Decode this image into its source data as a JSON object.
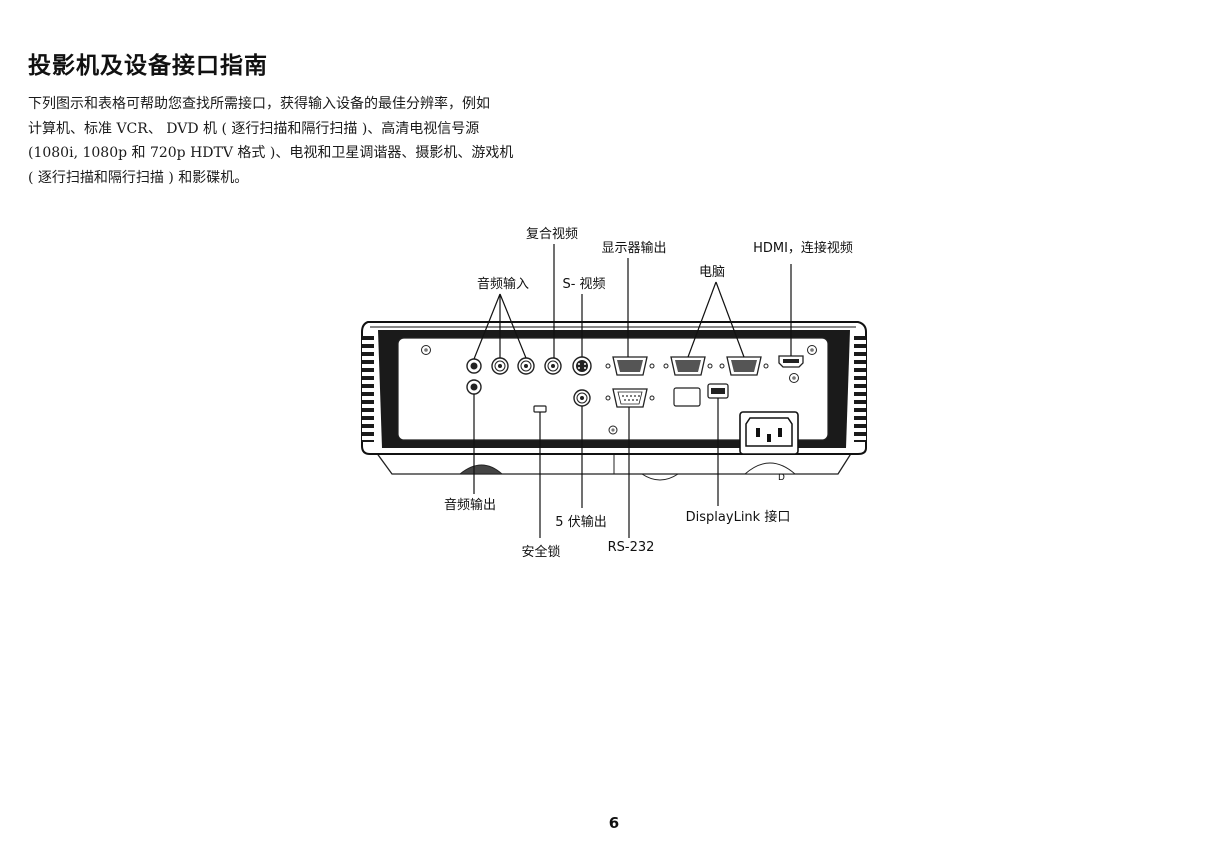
{
  "title": "投影机及设备接口指南",
  "intro_lines": [
    "下列图示和表格可帮助您查找所需接口，获得输入设备的最佳分辨率，例如",
    "计算机、标准 VCR、 DVD 机 ( 逐行扫描和隔行扫描 )、高清电视信号源",
    "(1080i, 1080p 和 720p HDTV 格式 )、电视和卫星调谐器、摄影机、游戏机",
    "( 逐行扫描和隔行扫描 ) 和影碟机。"
  ],
  "labels": {
    "composite_video": "复合视频",
    "monitor_out": "显示器输出",
    "hdmi": "HDMI，连接视频",
    "computer": "电脑",
    "audio_in": "音频输入",
    "s_video": "S- 视频",
    "audio_out": "音频输出",
    "five_v_out": "5 伏输出",
    "security_lock": "安全锁",
    "rs232": "RS-232",
    "displaylink": "DisplayLink 接口"
  },
  "page_number": "6"
}
